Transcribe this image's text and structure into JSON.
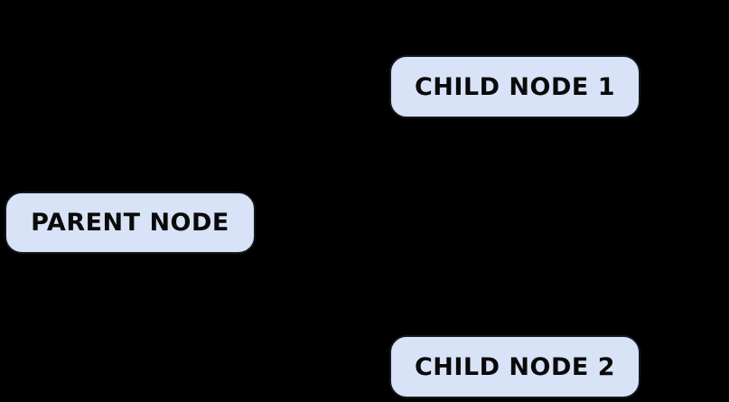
{
  "diagram": {
    "type": "flowchart",
    "colors": {
      "canvas_background": "#000000",
      "node_fill": "#D8E3F7",
      "node_border": "#14181F",
      "node_text": "#0A0A0A"
    },
    "nodes": [
      {
        "id": "parent",
        "label": "PARENT NODE"
      },
      {
        "id": "child-1",
        "label": "CHILD NODE 1"
      },
      {
        "id": "child-2",
        "label": "CHILD NODE 2"
      }
    ]
  }
}
